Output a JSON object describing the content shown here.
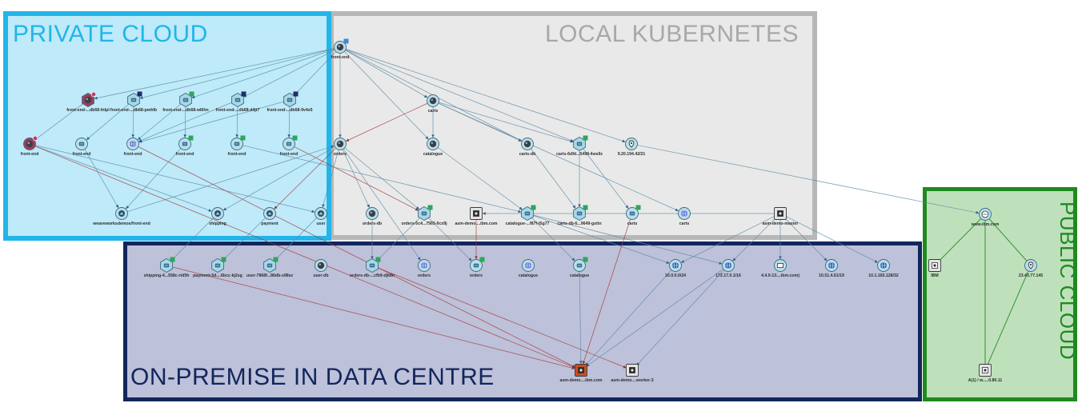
{
  "regions": {
    "private_cloud": "PRIVATE CLOUD",
    "local_kubernetes": "LOCAL KUBERNETES",
    "on_premise": "ON-PREMISE IN DATA CENTRE",
    "public_cloud": "PUBLIC CLOUD"
  },
  "colors": {
    "private_cloud": "#22b5ea",
    "local_kubernetes": "#b7b7b7",
    "on_premise": "#12255c",
    "public_cloud": "#1f8a1f",
    "edge_default": "#5f8ca8",
    "edge_alert": "#a83a3a",
    "edge_public": "#2a8a2a"
  },
  "nodes": [
    {
      "id": "n1",
      "label": "front-end",
      "shape": "circle",
      "icon": "dark-ball",
      "badge": "blue"
    },
    {
      "id": "n2",
      "label": "front-end-...db68-fnlpl",
      "shape": "hex",
      "icon": "dark-ball",
      "alert": true
    },
    {
      "id": "n3",
      "label": "front-end-...db68-pmhlb",
      "shape": "hex",
      "icon": "pod",
      "badge": "navy"
    },
    {
      "id": "n4",
      "label": "front-end-...db68-wl6hn",
      "shape": "hex",
      "icon": "pod",
      "badge": "green"
    },
    {
      "id": "n5",
      "label": "front-end-...db68-d4jt7",
      "shape": "hex",
      "icon": "pod",
      "badge": "navy"
    },
    {
      "id": "n6",
      "label": "front-end-...db68-9v4x5",
      "shape": "hex",
      "icon": "pod",
      "badge": "navy"
    },
    {
      "id": "n7",
      "label": "front-end",
      "shape": "circle",
      "icon": "dark-ball",
      "alert": true
    },
    {
      "id": "n8",
      "label": "front-end",
      "shape": "circle",
      "icon": "service"
    },
    {
      "id": "n9",
      "label": "front-end",
      "shape": "circle",
      "icon": "globe"
    },
    {
      "id": "n10",
      "label": "front-end",
      "shape": "circle",
      "icon": "service",
      "badge": "green"
    },
    {
      "id": "n11",
      "label": "front-end",
      "shape": "circle",
      "icon": "service",
      "badge": "green"
    },
    {
      "id": "n12",
      "label": "front-end",
      "shape": "circle",
      "icon": "service",
      "badge": "green"
    },
    {
      "id": "n13",
      "label": "weaveworksdemos/front-end",
      "shape": "circle",
      "icon": "image"
    },
    {
      "id": "n14",
      "label": "shipping",
      "shape": "circle",
      "icon": "image"
    },
    {
      "id": "n15",
      "label": "payment",
      "shape": "circle",
      "icon": "image"
    },
    {
      "id": "n16",
      "label": "user",
      "shape": "circle",
      "icon": "image"
    },
    {
      "id": "n17",
      "label": "carts",
      "shape": "circle",
      "icon": "dark-ball"
    },
    {
      "id": "n18",
      "label": "orders",
      "shape": "circle",
      "icon": "dark-ball"
    },
    {
      "id": "n19",
      "label": "catalogue",
      "shape": "circle",
      "icon": "dark-ball"
    },
    {
      "id": "n20",
      "label": "carts-db",
      "shape": "circle",
      "icon": "dark-ball"
    },
    {
      "id": "n21",
      "label": "carts-6dfd...5498-4ws9z",
      "shape": "hex",
      "icon": "pod",
      "badge": "green"
    },
    {
      "id": "n22",
      "label": "9.20.194.42/21",
      "shape": "circle",
      "icon": "pin"
    },
    {
      "id": "n23",
      "label": "orders-db",
      "shape": "circle",
      "icon": "dark-ball"
    },
    {
      "id": "n24",
      "label": "orders-5c4...7565-9cx9j",
      "shape": "hex",
      "icon": "pod",
      "badge": "green"
    },
    {
      "id": "n25",
      "label": "asm-demo....ibm.com",
      "shape": "square",
      "icon": "server"
    },
    {
      "id": "n26",
      "label": "catalogue-...f87f-t5g77",
      "shape": "hex",
      "icon": "pod",
      "badge": "green"
    },
    {
      "id": "n27",
      "label": "carts-db-6...9649-gsttn",
      "shape": "hex",
      "icon": "pod",
      "badge": "green"
    },
    {
      "id": "n28",
      "label": "carts",
      "shape": "circle",
      "icon": "service",
      "badge": "green"
    },
    {
      "id": "n29",
      "label": "carts",
      "shape": "circle",
      "icon": "globe"
    },
    {
      "id": "n30",
      "label": "asm-demo-master",
      "shape": "square",
      "icon": "server"
    },
    {
      "id": "n31",
      "label": "shipping-4...558c-rtd5h",
      "shape": "hex",
      "icon": "pod",
      "badge": "green"
    },
    {
      "id": "n32",
      "label": "payment-5d....6bcc-kj2sg",
      "shape": "hex",
      "icon": "pod",
      "badge": "green"
    },
    {
      "id": "n33",
      "label": "user-7868f...86db-s98sz",
      "shape": "hex",
      "icon": "pod",
      "badge": "green"
    },
    {
      "id": "n34",
      "label": "user-db",
      "shape": "circle",
      "icon": "dark-ball"
    },
    {
      "id": "n35",
      "label": "orders-db-...cfb9-djk8n",
      "shape": "hex",
      "icon": "pod",
      "badge": "green"
    },
    {
      "id": "n36",
      "label": "orders",
      "shape": "circle",
      "icon": "globe"
    },
    {
      "id": "n37",
      "label": "orders",
      "shape": "circle",
      "icon": "service",
      "badge": "green"
    },
    {
      "id": "n38",
      "label": "catalogue",
      "shape": "circle",
      "icon": "globe"
    },
    {
      "id": "n39",
      "label": "catalogue",
      "shape": "circle",
      "icon": "service",
      "badge": "green"
    },
    {
      "id": "n40",
      "label": "10.0.0.0/24",
      "shape": "circle",
      "icon": "network"
    },
    {
      "id": "n41",
      "label": "172.17.0.1/16",
      "shape": "circle",
      "icon": "network"
    },
    {
      "id": "n42",
      "label": "4.4.0-13....ibm.com)",
      "shape": "circle",
      "icon": "os"
    },
    {
      "id": "n43",
      "label": "10.51.4.61/19",
      "shape": "circle",
      "icon": "network"
    },
    {
      "id": "n44",
      "label": "10.1.165.128/32",
      "shape": "circle",
      "icon": "network"
    },
    {
      "id": "n45",
      "label": "asm-demo....ibm.com",
      "shape": "square",
      "icon": "server",
      "alert": true
    },
    {
      "id": "n46",
      "label": "asm-demo....worker-3",
      "shape": "square",
      "icon": "server"
    },
    {
      "id": "n47",
      "label": "www.ibm.com",
      "shape": "circle",
      "icon": "www"
    },
    {
      "id": "n48",
      "label": "IBM",
      "shape": "square",
      "icon": "building"
    },
    {
      "id": "n49",
      "label": "23.43.77.145",
      "shape": "circle",
      "icon": "pin"
    },
    {
      "id": "n50",
      "label": "A(1) / w.....0.80.11",
      "shape": "square",
      "icon": "record"
    }
  ],
  "edges": [
    [
      "n1",
      "n3",
      "default"
    ],
    [
      "n1",
      "n4",
      "default"
    ],
    [
      "n1",
      "n5",
      "default"
    ],
    [
      "n1",
      "n6",
      "default"
    ],
    [
      "n1",
      "n2",
      "default"
    ],
    [
      "n1",
      "n17",
      "default"
    ],
    [
      "n1",
      "n18",
      "default"
    ],
    [
      "n1",
      "n22",
      "default"
    ],
    [
      "n1",
      "n21",
      "default"
    ],
    [
      "n1",
      "n20",
      "default"
    ],
    [
      "n1",
      "n19",
      "default"
    ],
    [
      "n2",
      "n7",
      "default"
    ],
    [
      "n3",
      "n8",
      "default"
    ],
    [
      "n3",
      "n9",
      "default"
    ],
    [
      "n4",
      "n9",
      "default"
    ],
    [
      "n4",
      "n10",
      "default"
    ],
    [
      "n5",
      "n11",
      "default"
    ],
    [
      "n5",
      "n9",
      "default"
    ],
    [
      "n6",
      "n12",
      "default"
    ],
    [
      "n6",
      "n9",
      "default"
    ],
    [
      "n7",
      "n14",
      "default"
    ],
    [
      "n7",
      "n16",
      "default"
    ],
    [
      "n8",
      "n13",
      "default"
    ],
    [
      "n10",
      "n13",
      "default"
    ],
    [
      "n12",
      "n24",
      "alert"
    ],
    [
      "n11",
      "n26",
      "default"
    ],
    [
      "n13",
      "n18",
      "default"
    ],
    [
      "n14",
      "n31",
      "default"
    ],
    [
      "n15",
      "n32",
      "default"
    ],
    [
      "n16",
      "n33",
      "default"
    ],
    [
      "n17",
      "n18",
      "alert"
    ],
    [
      "n17",
      "n19",
      "default"
    ],
    [
      "n17",
      "n20",
      "default"
    ],
    [
      "n17",
      "n21",
      "default"
    ],
    [
      "n17",
      "n29",
      "default"
    ],
    [
      "n18",
      "n15",
      "alert"
    ],
    [
      "n18",
      "n14",
      "default"
    ],
    [
      "n18",
      "n23",
      "default"
    ],
    [
      "n18",
      "n24",
      "default"
    ],
    [
      "n18",
      "n36",
      "default"
    ],
    [
      "n18",
      "n16",
      "default"
    ],
    [
      "n19",
      "n26",
      "default"
    ],
    [
      "n20",
      "n27",
      "default"
    ],
    [
      "n21",
      "n27",
      "default"
    ],
    [
      "n21",
      "n28",
      "default"
    ],
    [
      "n22",
      "n47",
      "default"
    ],
    [
      "n23",
      "n35",
      "default"
    ],
    [
      "n24",
      "n37",
      "default"
    ],
    [
      "n24",
      "n35",
      "default"
    ],
    [
      "n25",
      "n37",
      "alert"
    ],
    [
      "n26",
      "n39",
      "default"
    ],
    [
      "n26",
      "n40",
      "default"
    ],
    [
      "n26",
      "n41",
      "default"
    ],
    [
      "n30",
      "n40",
      "default"
    ],
    [
      "n30",
      "n41",
      "default"
    ],
    [
      "n30",
      "n42",
      "default"
    ],
    [
      "n30",
      "n43",
      "default"
    ],
    [
      "n30",
      "n44",
      "default"
    ],
    [
      "n30",
      "n25",
      "default"
    ],
    [
      "n9",
      "n45",
      "alert"
    ],
    [
      "n7",
      "n45",
      "alert"
    ],
    [
      "n28",
      "n45",
      "alert"
    ],
    [
      "n31",
      "n45",
      "alert"
    ],
    [
      "n35",
      "n46",
      "alert"
    ],
    [
      "n39",
      "n45",
      "default"
    ],
    [
      "n40",
      "n45",
      "default"
    ],
    [
      "n41",
      "n45",
      "default"
    ],
    [
      "n41",
      "n46",
      "default"
    ],
    [
      "n47",
      "n48",
      "public"
    ],
    [
      "n47",
      "n49",
      "public"
    ],
    [
      "n47",
      "n50",
      "public"
    ],
    [
      "n49",
      "n50",
      "public"
    ]
  ]
}
